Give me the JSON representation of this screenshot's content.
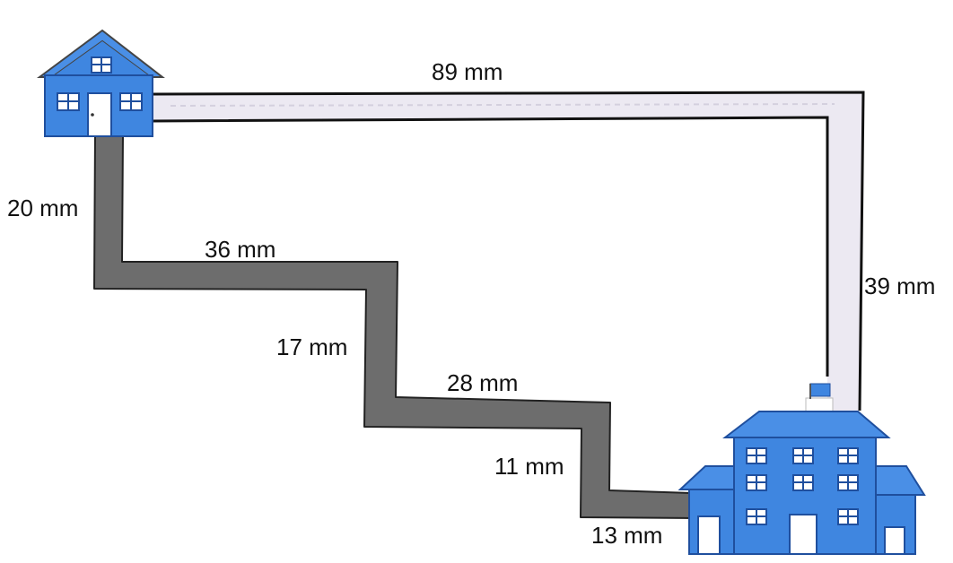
{
  "diagram": {
    "segments": {
      "top_route_horizontal": "89 mm",
      "top_route_vertical": "39 mm",
      "stair_1_down": "20 mm",
      "stair_2_across": "36 mm",
      "stair_3_down": "17 mm",
      "stair_4_across": "28 mm",
      "stair_5_down": "11 mm",
      "stair_6_across": "13 mm"
    },
    "colors": {
      "building_blue": "#3f86e0",
      "building_outline": "#1f4f9e",
      "window_white": "#ffffff",
      "roof_outline": "#444444",
      "short_path_fill": "#6d6d6d",
      "long_path_fill": "#ece9f2",
      "path_outline": "#111111"
    },
    "icons": [
      "house-icon",
      "school-icon",
      "flag-icon"
    ]
  }
}
